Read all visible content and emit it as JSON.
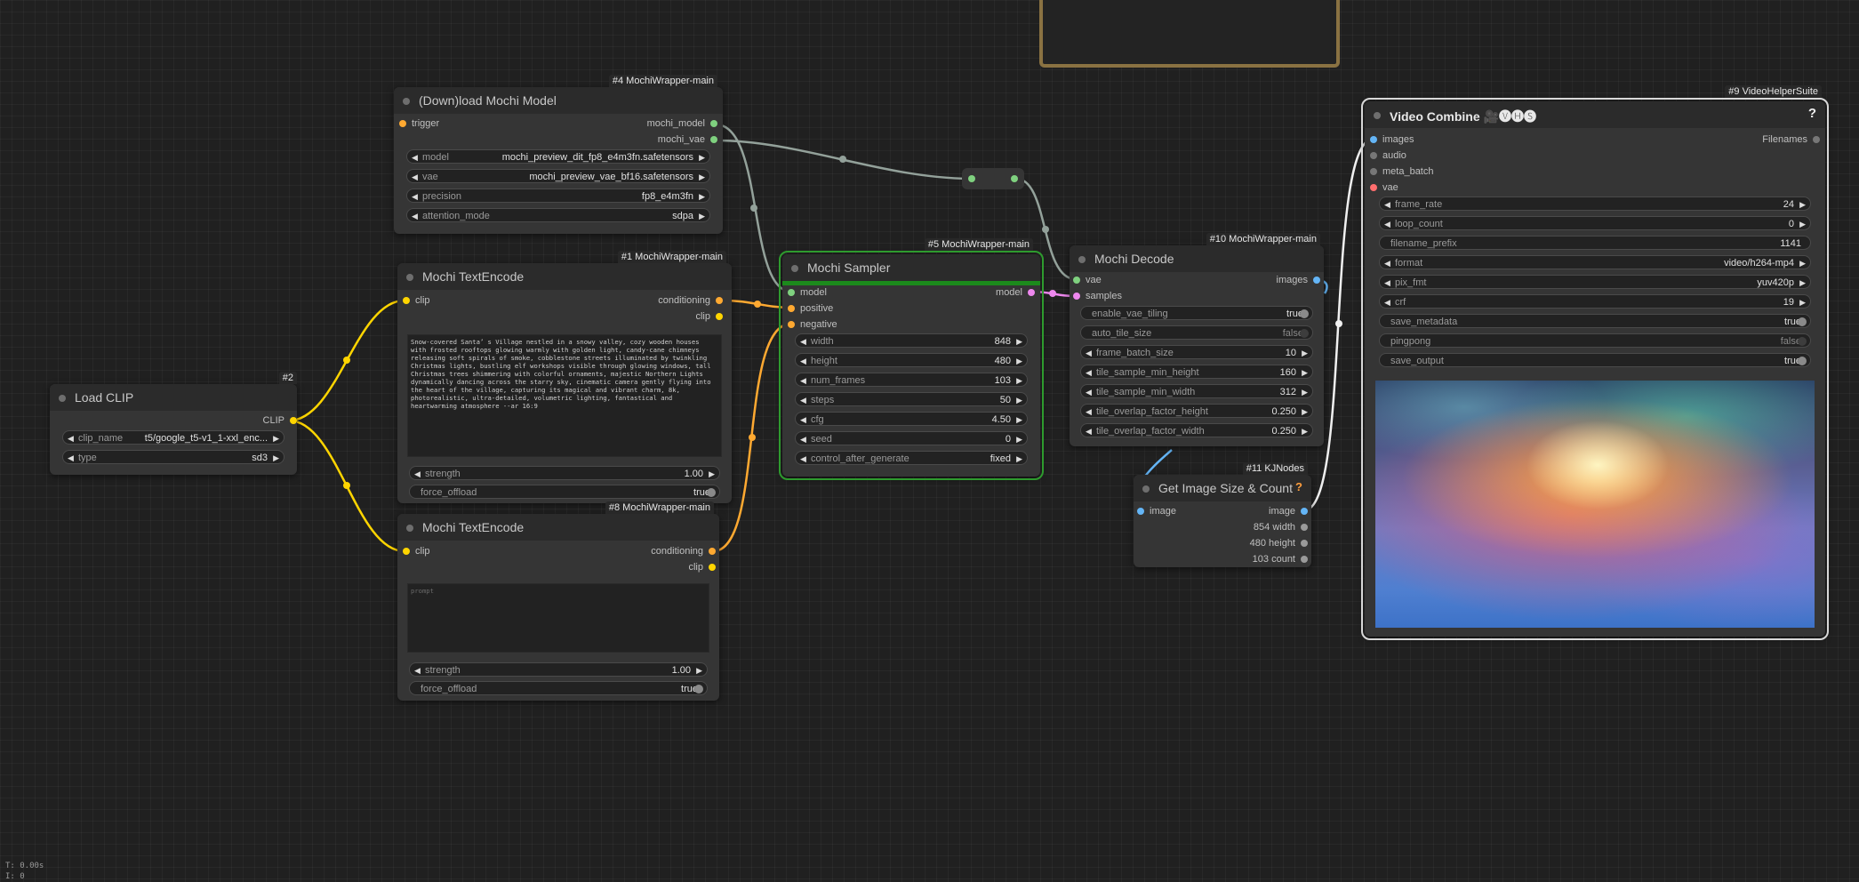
{
  "colors": {
    "background": "#202020",
    "node_body": "#353535",
    "node_title": "#2b2b2b",
    "clip_wire": "#ffd500",
    "conditioning_wire": "#ffa931",
    "model_wire": "#b39ddb",
    "generic_wire": "#93a19a",
    "image_wire": "#64b5f6",
    "selected_outline": "#2e9b2e"
  },
  "nodes": {
    "load_clip": {
      "tag": "#2",
      "title": "Load CLIP",
      "outputs": [
        "CLIP"
      ],
      "widgets": [
        {
          "label": "clip_name",
          "value": "t5/google_t5-v1_1-xxl_enc..."
        },
        {
          "label": "type",
          "value": "sd3"
        }
      ]
    },
    "download_model": {
      "tag": "#4 MochiWrapper-main",
      "title": "(Down)load Mochi Model",
      "inputs": [
        "trigger"
      ],
      "outputs": [
        "mochi_model",
        "mochi_vae"
      ],
      "widgets": [
        {
          "label": "model",
          "value": "mochi_preview_dit_fp8_e4m3fn.safetensors"
        },
        {
          "label": "vae",
          "value": "mochi_preview_vae_bf16.safetensors"
        },
        {
          "label": "precision",
          "value": "fp8_e4m3fn"
        },
        {
          "label": "attention_mode",
          "value": "sdpa"
        }
      ]
    },
    "text_encode_pos": {
      "tag": "#1 MochiWrapper-main",
      "title": "Mochi TextEncode",
      "inputs": [
        "clip"
      ],
      "outputs": [
        "conditioning",
        "clip"
      ],
      "prompt": "Snow-covered Santa’ s Village nestled in a snowy valley, cozy wooden houses with frosted rooftops glowing warmly with golden light, candy-cane chimneys releasing soft spirals of smoke, cobblestone streets illuminated by twinkling Christmas lights, bustling elf workshops visible through glowing windows, tall Christmas trees shimmering with colorful ornaments, majestic Northern Lights dynamically dancing across the starry sky, cinematic camera gently flying into the heart of the village, capturing its magical and vibrant charm, 8k, photorealistic, ultra-detailed, volumetric lighting, fantastical and heartwarming atmosphere --ar 16:9",
      "widgets": [
        {
          "label": "strength",
          "value": "1.00"
        },
        {
          "label": "force_offload",
          "value": "true"
        }
      ]
    },
    "text_encode_neg": {
      "tag": "#8 MochiWrapper-main",
      "title": "Mochi TextEncode",
      "inputs": [
        "clip"
      ],
      "outputs": [
        "conditioning",
        "clip"
      ],
      "placeholder": "prompt",
      "widgets": [
        {
          "label": "strength",
          "value": "1.00"
        },
        {
          "label": "force_offload",
          "value": "true"
        }
      ]
    },
    "sampler": {
      "tag": "#5 MochiWrapper-main",
      "title": "Mochi Sampler",
      "inputs": [
        "model",
        "positive",
        "negative"
      ],
      "outputs": [
        "model"
      ],
      "widgets": [
        {
          "label": "width",
          "value": "848"
        },
        {
          "label": "height",
          "value": "480"
        },
        {
          "label": "num_frames",
          "value": "103"
        },
        {
          "label": "steps",
          "value": "50"
        },
        {
          "label": "cfg",
          "value": "4.50"
        },
        {
          "label": "seed",
          "value": "0"
        },
        {
          "label": "control_after_generate",
          "value": "fixed"
        }
      ]
    },
    "decode": {
      "tag": "#10 MochiWrapper-main",
      "title": "Mochi Decode",
      "inputs": [
        "vae",
        "samples"
      ],
      "outputs": [
        "images"
      ],
      "widgets": [
        {
          "label": "enable_vae_tiling",
          "value": "true"
        },
        {
          "label": "auto_tile_size",
          "value": "false"
        },
        {
          "label": "frame_batch_size",
          "value": "10"
        },
        {
          "label": "tile_sample_min_height",
          "value": "160"
        },
        {
          "label": "tile_sample_min_width",
          "value": "312"
        },
        {
          "label": "tile_overlap_factor_height",
          "value": "0.250"
        },
        {
          "label": "tile_overlap_factor_width",
          "value": "0.250"
        }
      ]
    },
    "image_size": {
      "tag": "#11 KJNodes",
      "title": "Get Image Size & Count",
      "help": "?",
      "inputs": [
        "image"
      ],
      "outputs": [
        "image",
        "854 width",
        "480 height",
        "103 count"
      ]
    },
    "video_combine": {
      "tag": "#9 VideoHelperSuite",
      "title": "Video Combine 🎥🅥🅗🅢",
      "help": "?",
      "inputs": [
        "images",
        "audio",
        "meta_batch",
        "vae"
      ],
      "outputs": [
        "Filenames"
      ],
      "widgets": [
        {
          "label": "frame_rate",
          "value": "24"
        },
        {
          "label": "loop_count",
          "value": "0"
        },
        {
          "label": "filename_prefix",
          "value": "1141"
        },
        {
          "label": "format",
          "value": "video/h264-mp4"
        },
        {
          "label": "pix_fmt",
          "value": "yuv420p"
        },
        {
          "label": "crf",
          "value": "19"
        },
        {
          "label": "save_metadata",
          "value": "true"
        },
        {
          "label": "pingpong",
          "value": "false"
        },
        {
          "label": "save_output",
          "value": "true"
        }
      ]
    }
  },
  "status": {
    "time": "T: 0.00s",
    "line2": "I: 0"
  }
}
